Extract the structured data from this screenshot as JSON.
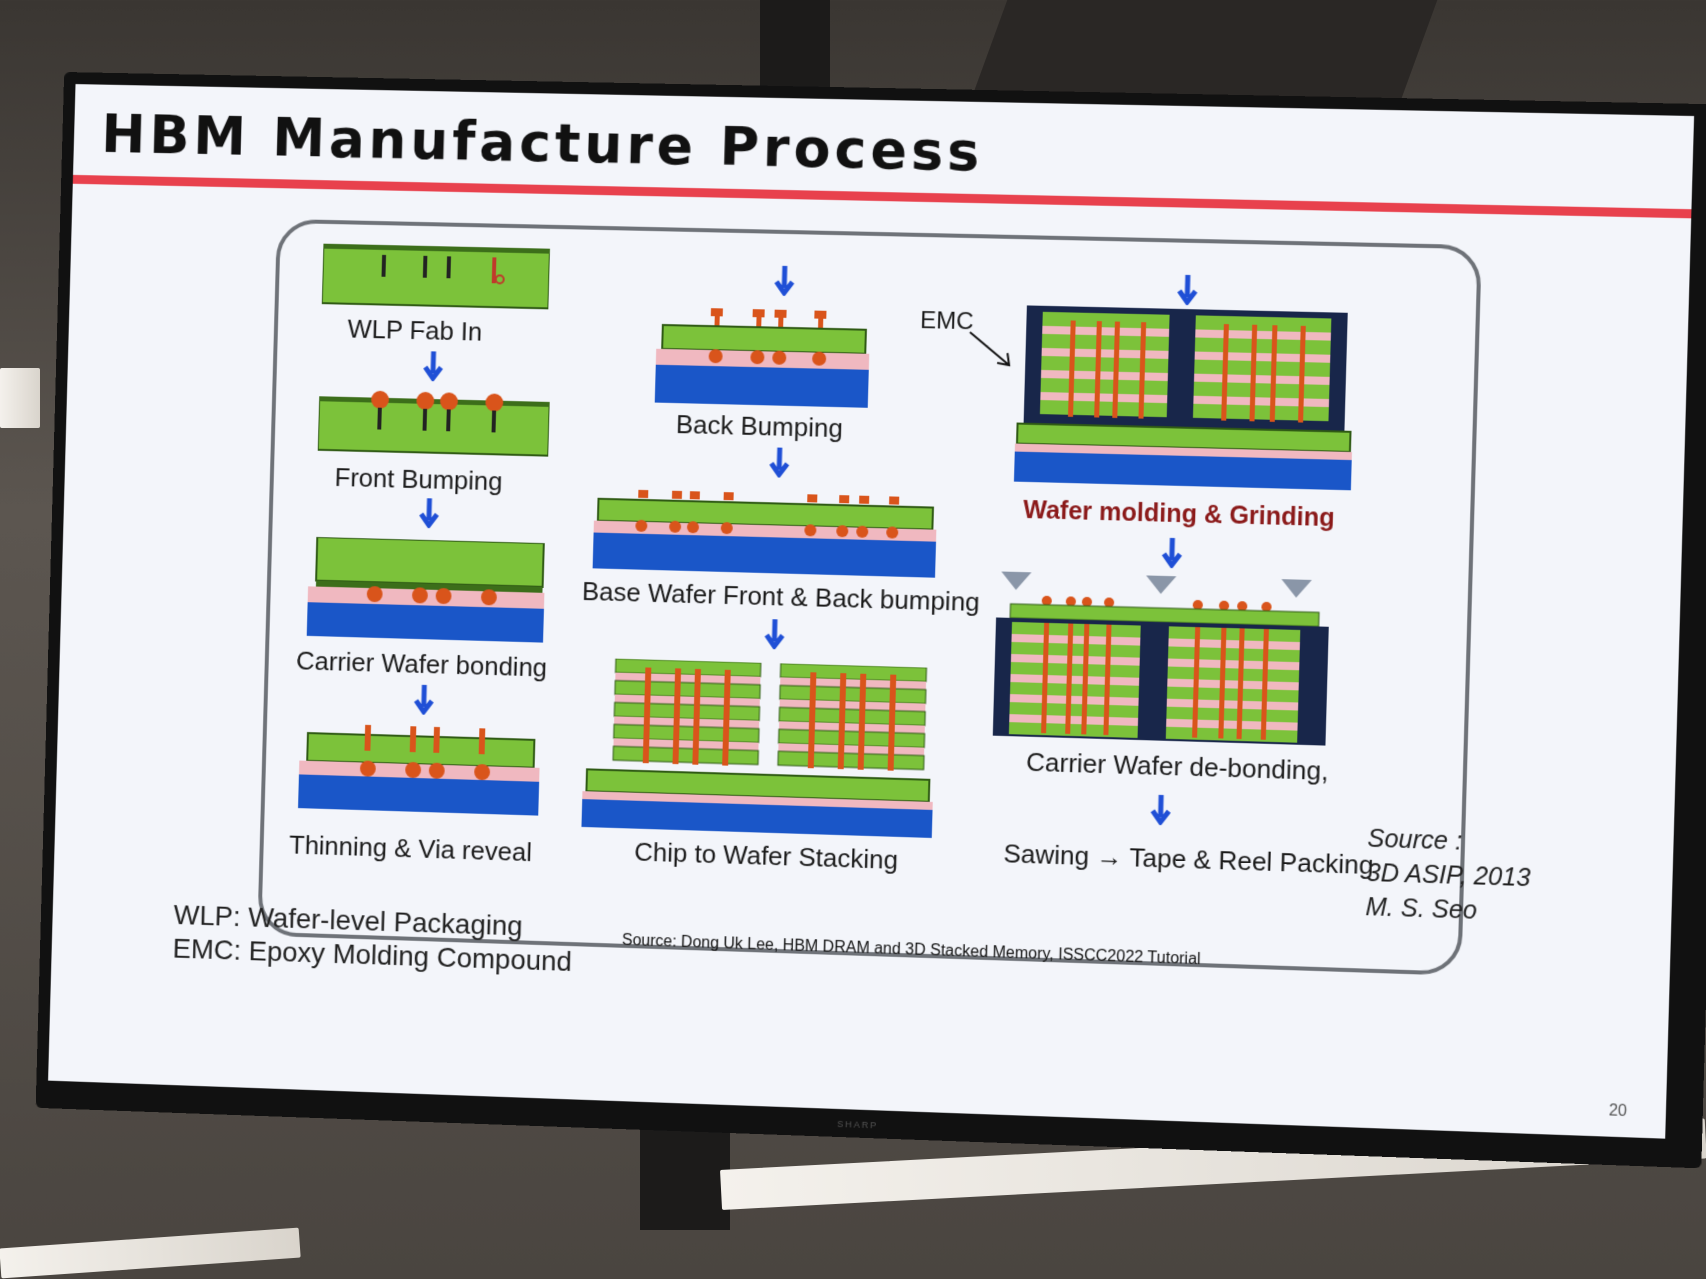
{
  "slide": {
    "title": "HBM Manufacture Process",
    "steps": {
      "wlp_fab_in": "WLP Fab In",
      "front_bumping": "Front Bumping",
      "carrier_wafer_bonding": "Carrier Wafer bonding",
      "thinning_via_reveal": "Thinning & Via reveal",
      "back_bumping": "Back Bumping",
      "base_wafer_bumping": "Base Wafer Front & Back bumping",
      "chip_to_wafer_stacking": "Chip to Wafer Stacking",
      "wafer_molding_grinding": "Wafer molding & Grinding",
      "carrier_debonding": "Carrier Wafer de-bonding,",
      "sawing_packing": "Sawing → Tape & Reel Packing"
    },
    "emc_label": "EMC",
    "notes": {
      "wlp": "WLP: Wafer-level Packaging",
      "emc": "EMC: Epoxy Molding Compound"
    },
    "source_small": "Source: Dong Uk Lee, HBM DRAM and 3D Stacked Memory, ISSCC2022 Tutorial",
    "source_italic": {
      "line1": "Source :",
      "line2": "3D ASIP, 2013",
      "line3": "M. S. Seo"
    },
    "page_number": "20",
    "monitor_brand": "SHARP",
    "colors": {
      "silicon": "#7cc23a",
      "carrier": "#1a56c8",
      "bond_layer": "#f0b8c0",
      "emc": "#18264a",
      "bump": "#d9541b",
      "arrow": "#1f4fd6",
      "accent_rule": "#e8414d"
    }
  }
}
